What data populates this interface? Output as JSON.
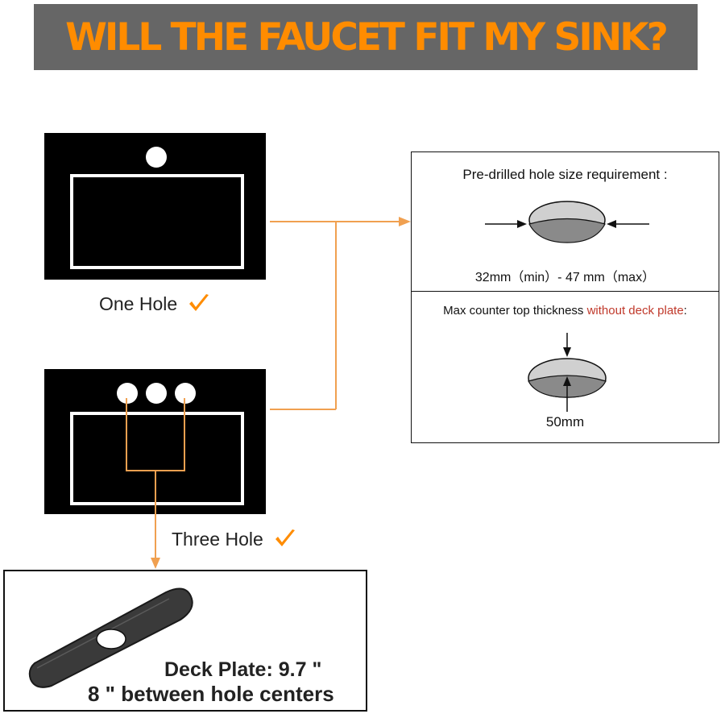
{
  "banner": {
    "title": "WILL THE FAUCET FIT MY SINK?"
  },
  "one_hole": {
    "label": "One Hole"
  },
  "three_hole": {
    "label": "Three Hole"
  },
  "hole_size": {
    "title": "Pre-drilled hole size requirement :",
    "range_min": "32mm（min）-",
    "range_max": "47 mm（max）"
  },
  "thickness": {
    "title_prefix": "Max counter top thickness",
    "title_highlight": "without deck plate",
    "title_suffix": ":",
    "value": "50mm"
  },
  "deck_plate": {
    "line1_label": "Deck Plate:",
    "line1_value": "9.7 \"",
    "line2": "8 \" between hole centers"
  },
  "colors": {
    "accent_orange": "#ff8c00",
    "connector_orange": "#f0a050",
    "banner_bg": "#666666",
    "highlight_red": "#c0392b"
  },
  "icons": [
    "checkmark-icon",
    "arrow-icon",
    "hole-diagram-icon",
    "deck-plate-icon"
  ]
}
